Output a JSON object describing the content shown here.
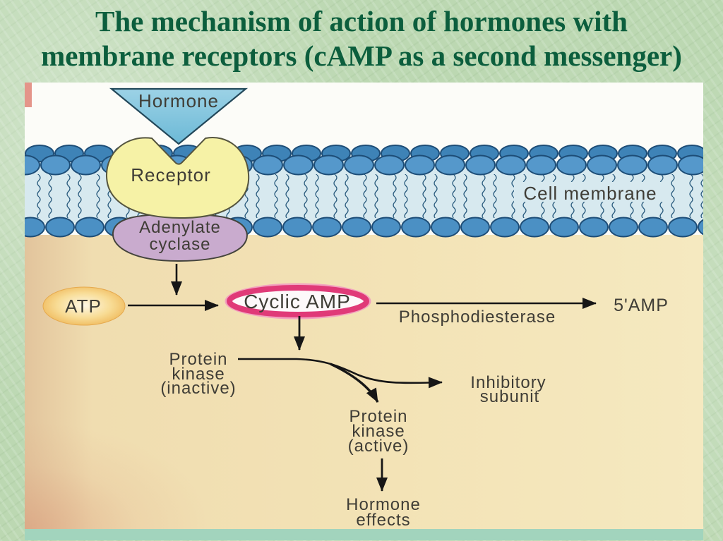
{
  "slide": {
    "title_line1": "The mechanism of action of hormones with",
    "title_line2": "membrane receptors (cAMP as a second messenger)",
    "title_color": "#0c5e3d",
    "background_color": "#bcd8b2"
  },
  "diagram": {
    "labels": {
      "hormone": "Hormone",
      "receptor": "Receptor",
      "adenylate_cyclase": [
        "Adenylate",
        "cyclase"
      ],
      "cell_membrane": "Cell membrane",
      "atp": "ATP",
      "cyclic_amp": "Cyclic AMP",
      "phosphodiesterase": "Phosphodiesterase",
      "five_amp": "5'AMP",
      "protein_kinase_inactive": [
        "Protein",
        "kinase",
        "(inactive)"
      ],
      "inhibitory_subunit": [
        "Inhibitory",
        "subunit"
      ],
      "protein_kinase_active": [
        "Protein",
        "kinase",
        "(active)"
      ],
      "hormone_effects": [
        "Hormone",
        "effects"
      ]
    },
    "colors": {
      "hormone_triangle": "#7fc3dd",
      "receptor": "#f6f2a6",
      "adenylate_cyclase": "#c9abce",
      "atp_edge": "#eeb453",
      "cyclic_amp_border": "#e03a78",
      "membrane_head": "#4b90c4",
      "membrane_head_front": "#5598cb",
      "membrane_head_back": "#3e83b7",
      "membrane_tail_bg": "#d7e9ef",
      "cytoplasm": "#f2e2b4",
      "extracellular": "#fcfcf8",
      "arrow": "#161616"
    }
  }
}
